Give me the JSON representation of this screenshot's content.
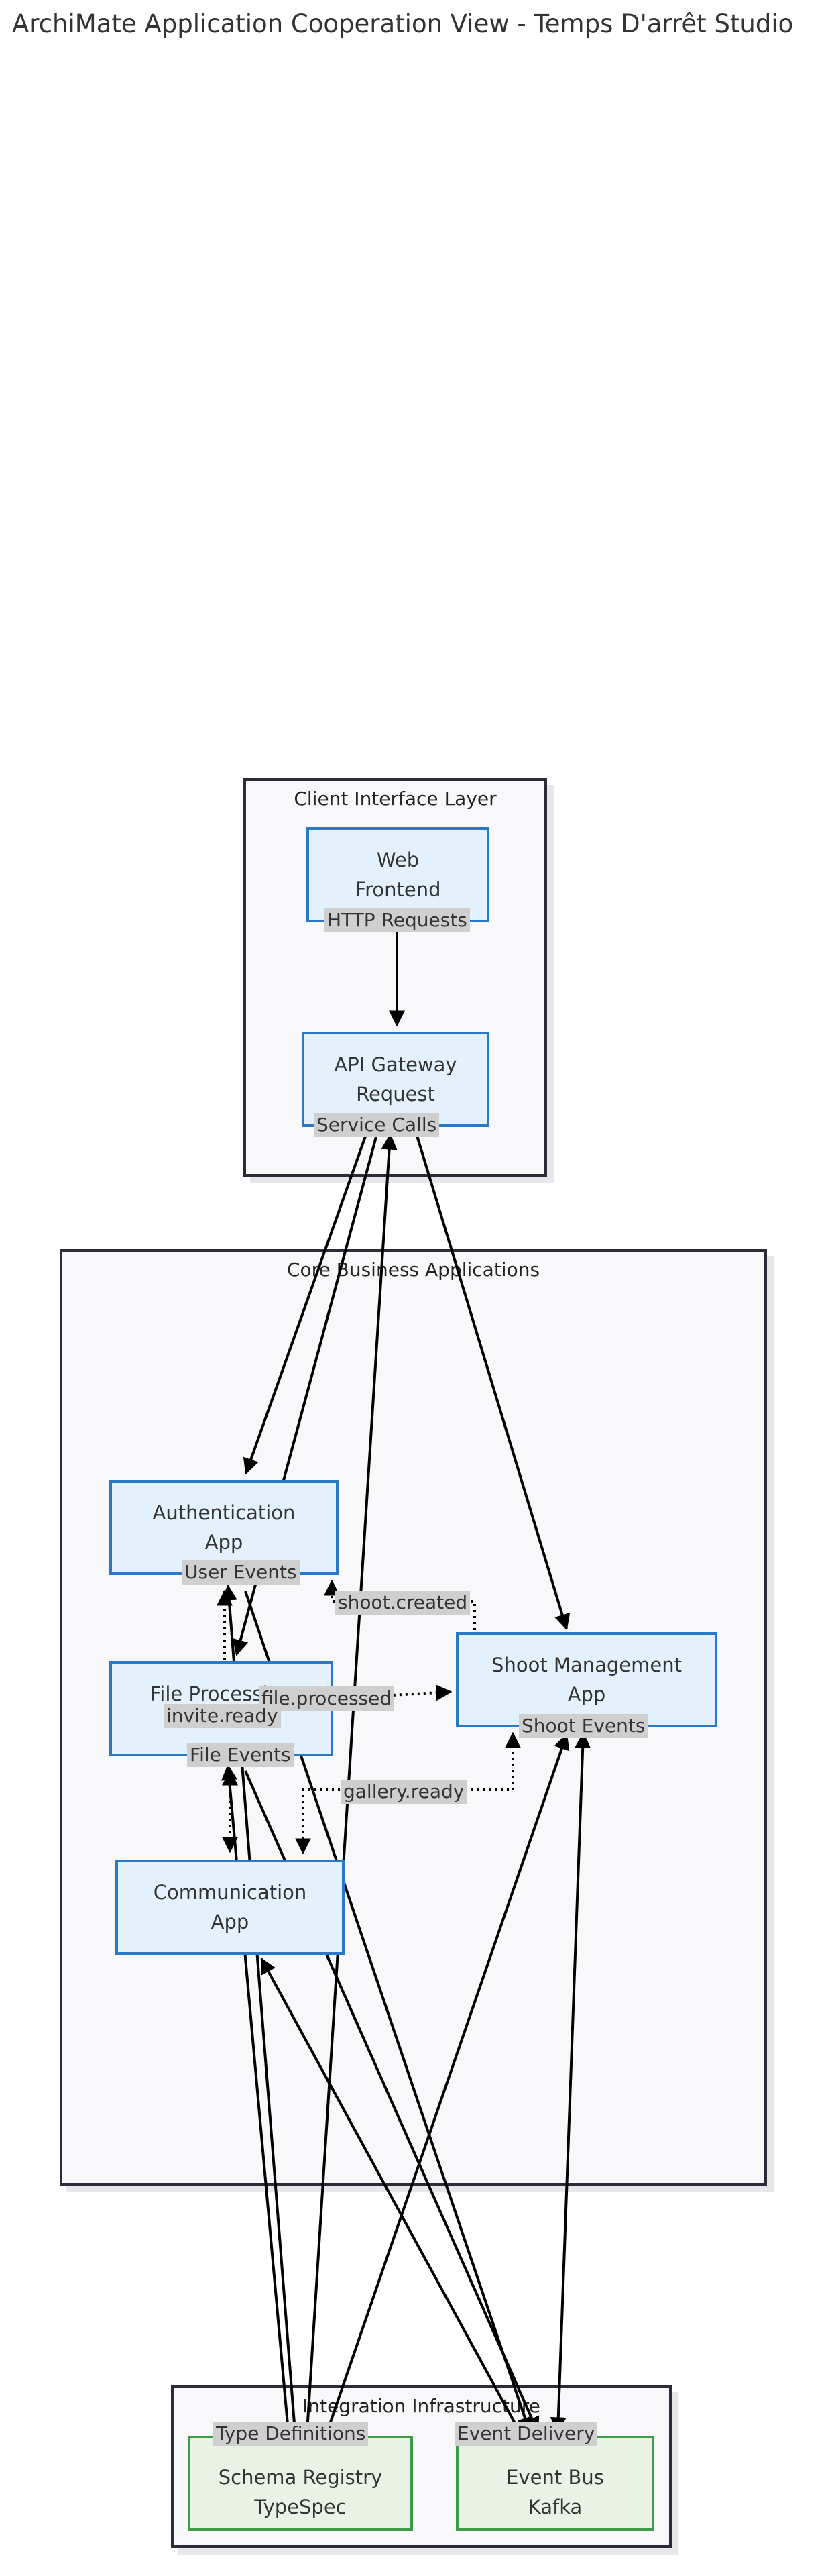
{
  "title": "ArchiMate Application Cooperation View - Temps D'arrêt Studio",
  "groups": {
    "client": "Client Interface Layer",
    "core": "Core Business Applications",
    "integration": "Integration Infrastructure"
  },
  "nodes": {
    "web": [
      "Web",
      "Frontend"
    ],
    "gateway": [
      "API Gateway",
      "Request"
    ],
    "auth": [
      "Authentication",
      "App"
    ],
    "file": [
      "File Processing"
    ],
    "comm": [
      "Communication",
      "App"
    ],
    "shoot": [
      "Shoot Management",
      "App"
    ],
    "schema": [
      "Schema Registry",
      "TypeSpec"
    ],
    "bus": [
      "Event Bus",
      "Kafka"
    ]
  },
  "edge_labels": {
    "http": "HTTP Requests",
    "service": "Service Calls",
    "user_events": "User Events",
    "shoot_created": "shoot.created",
    "file_processed": "file.processed",
    "invite_ready": "invite.ready",
    "shoot_events": "Shoot Events",
    "file_events": "File Events",
    "gallery_ready": "gallery.ready",
    "type_definitions": "Type Definitions",
    "event_delivery": "Event Delivery"
  },
  "colors": {
    "node_fill": "#e3f1fc",
    "node_border": "#2b78c4",
    "infra_fill": "#e8f3e5",
    "infra_border": "#3f9a45",
    "group_fill": "#f8f8fa",
    "group_border": "#2b2b3a",
    "edge": "#000000",
    "label_bg": "#cfcfcf"
  }
}
